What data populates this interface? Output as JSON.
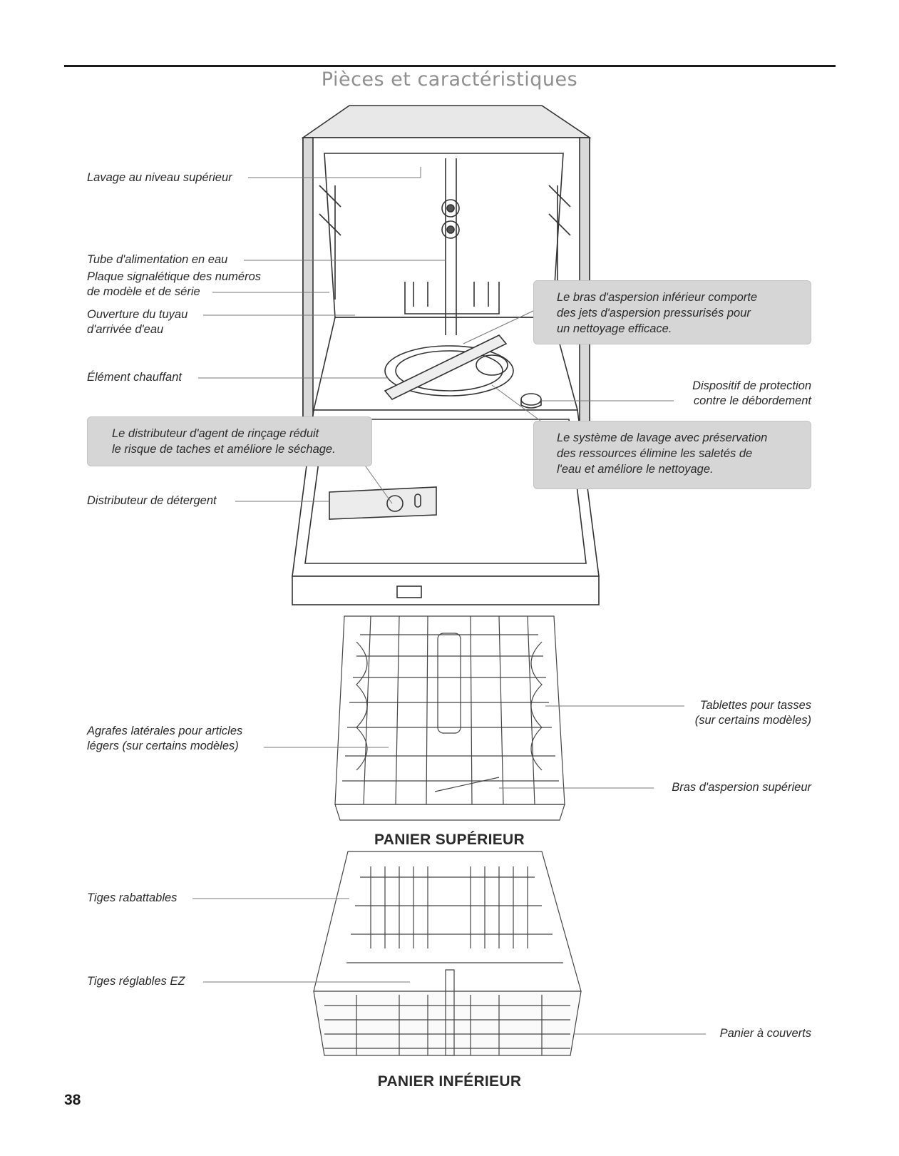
{
  "header": {
    "title": "Pièces et caractéristiques"
  },
  "labels": {
    "upper_level_wash": "Lavage au niveau supérieur",
    "water_feed_tube": "Tube d'alimentation en eau",
    "serial_plate_1": "Plaque signalétique des numéros",
    "serial_plate_2": "de modèle et de série",
    "inlet_opening_1": "Ouverture du tuyau",
    "inlet_opening_2": "d'arrivée d'eau",
    "heating_element": "Élément chauffant",
    "overfill_1": "Dispositif de protection",
    "overfill_2": "contre le débordement",
    "detergent_dispenser": "Distributeur de détergent",
    "side_clips_1": "Agrafes latérales pour articles",
    "side_clips_2": "légers (sur certains modèles)",
    "cup_shelves_1": "Tablettes pour tasses",
    "cup_shelves_2": "(sur certains modèles)",
    "upper_spray_arm": "Bras d'aspersion supérieur",
    "fold_down_tines": "Tiges rabattables",
    "ez_tines": "Tiges réglables EZ",
    "silverware_basket": "Panier à couverts"
  },
  "callouts": {
    "lower_arm_1": "Le bras d'aspersion inférieur comporte",
    "lower_arm_2": "des jets d'aspersion pressurisés pour",
    "lower_arm_3": "un nettoyage efficace.",
    "rinse_aid_1": "Le distributeur d'agent de rinçage réduit",
    "rinse_aid_2": "le risque de taches et améliore le séchage.",
    "wash_system_1": "Le système de lavage avec préservation",
    "wash_system_2": "des ressources élimine les saletés de",
    "wash_system_3": "l'eau et améliore le nettoyage."
  },
  "racks": {
    "upper": "PANIER SUPÉRIEUR",
    "lower": "PANIER INFÉRIEUR"
  },
  "page": {
    "number": "38"
  }
}
